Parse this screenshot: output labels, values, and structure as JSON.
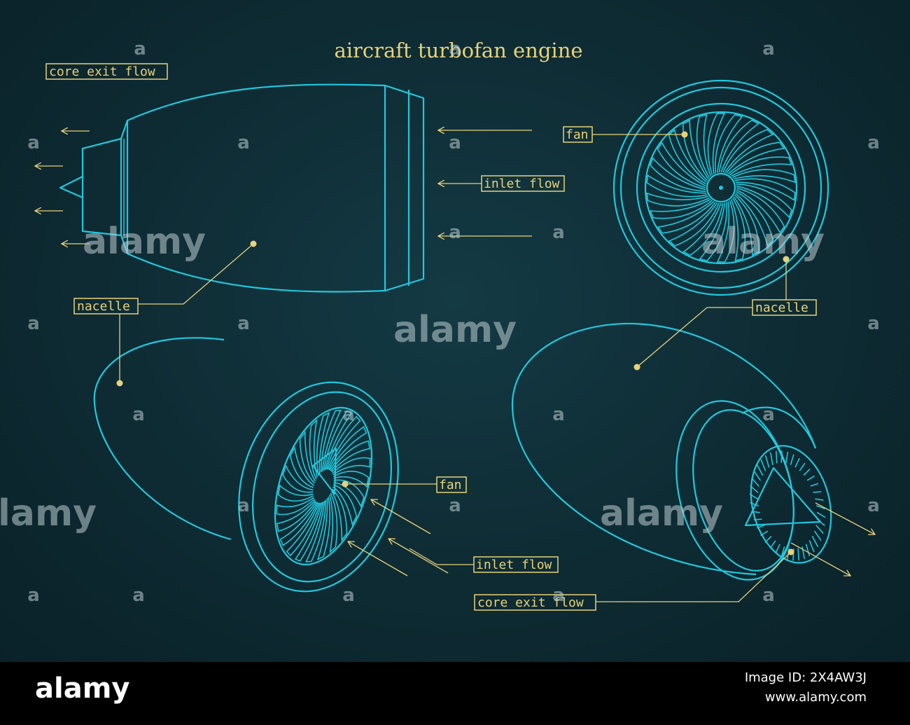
{
  "title": "aircraft turbofan engine",
  "labels": {
    "core_exit_flow_top": "core exit flow",
    "nacelle_side": "nacelle",
    "fan_front": "fan",
    "inlet_flow_side": "inlet flow",
    "nacelle_front": "nacelle",
    "fan_iso": "fan",
    "inlet_flow_iso": "inlet flow",
    "core_exit_flow_rear": "core exit flow"
  },
  "watermark": "alamy",
  "footer": {
    "logo": "alamy",
    "image_id_label": "Image ID: 2X4AW3J",
    "url": "www.alamy.com"
  },
  "colors": {
    "background": "#0e2b33",
    "engine_lines": "#22c7dd",
    "labels": "#e6d27a"
  }
}
